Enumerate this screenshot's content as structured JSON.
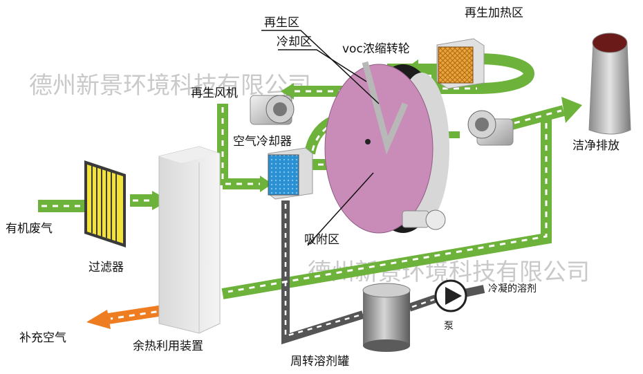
{
  "watermark": "德州新景环境科技有限公司",
  "labels": {
    "regen_zone": "再生区",
    "cooling_zone": "冷却区",
    "wheel": "voc浓缩转轮",
    "regen_heat_zone": "再生加热区",
    "regen_fan": "再生风机",
    "air_cooler": "空气冷却器",
    "clean_exhaust": "洁净排放",
    "organic_waste_gas": "有机废气",
    "filter": "过滤器",
    "adsorption_zone": "吸附区",
    "supplementary_air": "补充空气",
    "heat_recovery": "余热利用装置",
    "solvent_tank": "周转溶剂罐",
    "pump": "泵",
    "condensed_solvent": "冷凝的溶剂"
  },
  "colors": {
    "pipe_green": "#6db23a",
    "pipe_orange": "#ee7d22",
    "pipe_dark": "#555555",
    "wheel_face": "#c98bb8",
    "wheel_rim": "#1c1c1c",
    "cooler_blue": "#1f86c9",
    "heater_orange": "#e8a23a",
    "filter_yellow": "#f2e23a",
    "stack_red": "#6b1a1a"
  }
}
